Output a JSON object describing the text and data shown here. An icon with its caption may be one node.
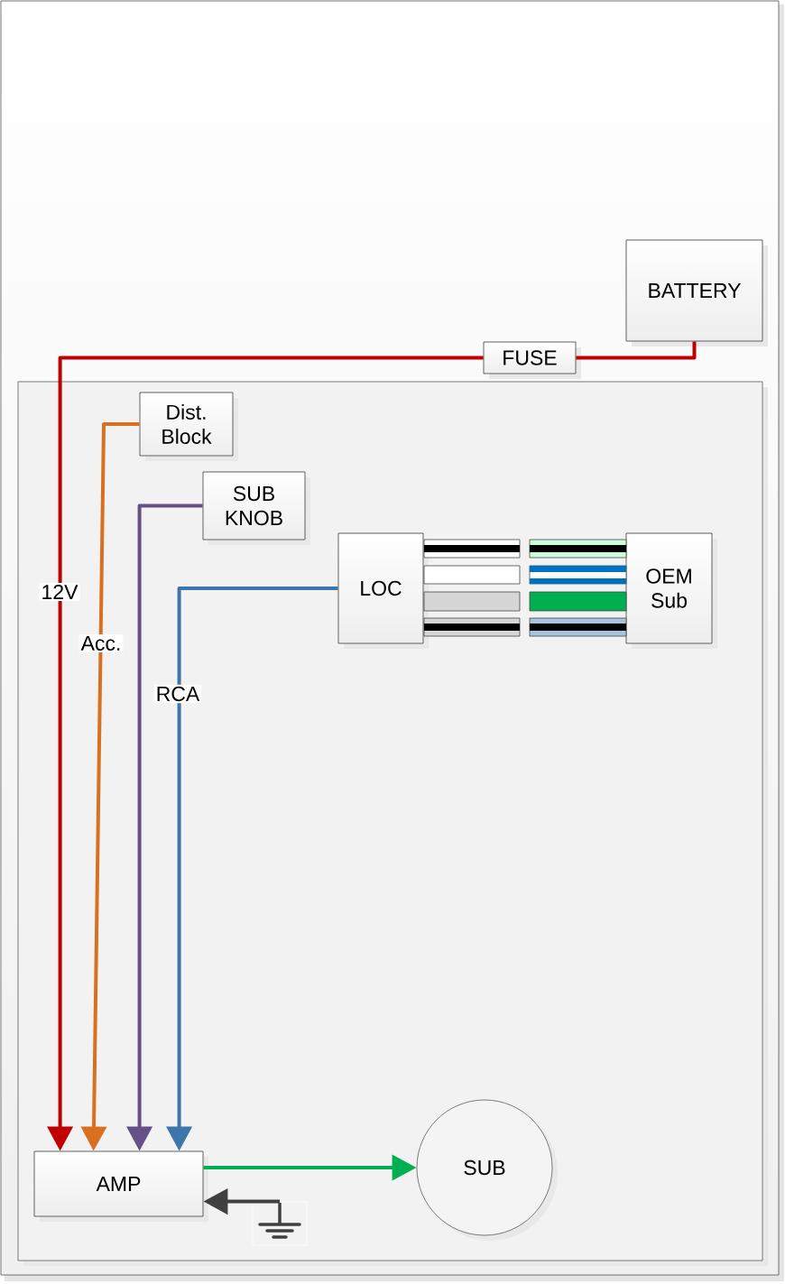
{
  "diagram": {
    "nodes": [
      {
        "text": [],
        "shape": "box"
      },
      {
        "text": [
          "BATTERY"
        ]
      },
      {
        "text": [
          "FUSE"
        ]
      },
      {
        "text": [
          "Dist. Block"
        ],
        "in": 0
      },
      {
        "text": [
          "SUB KNOB"
        ],
        "in": 0
      },
      {
        "text": [
          "LOC"
        ],
        "in": 0
      },
      {
        "text": [
          "OEM Sub"
        ],
        "in": 0
      },
      {
        "text": [
          "AMP"
        ],
        "in": 0
      },
      {
        "text": [
          "SUB"
        ],
        "in": 0
      },
      {
        "text": [],
        "shape": "ground",
        "in": 0
      }
    ],
    "edges": [
      {
        "from": 1,
        "to": 2,
        "arrow": "none",
        "color": "#c00000"
      },
      {
        "from": 2,
        "to": 7,
        "arrow": "to",
        "label": "12V",
        "color": "#c00000"
      },
      {
        "from": 3,
        "to": 7,
        "arrow": "to",
        "label": "Acc.",
        "color": "#d87020"
      },
      {
        "from": 4,
        "to": 7,
        "arrow": "to",
        "color": "#665088"
      },
      {
        "from": 5,
        "to": 7,
        "arrow": "to",
        "label": "RCA",
        "color": "#3e75aa"
      },
      {
        "from": 7,
        "to": 8,
        "arrow": "to",
        "color": "#00b050"
      },
      {
        "from": 9,
        "to": 7,
        "arrow": "to",
        "color": "#404040"
      }
    ]
  }
}
